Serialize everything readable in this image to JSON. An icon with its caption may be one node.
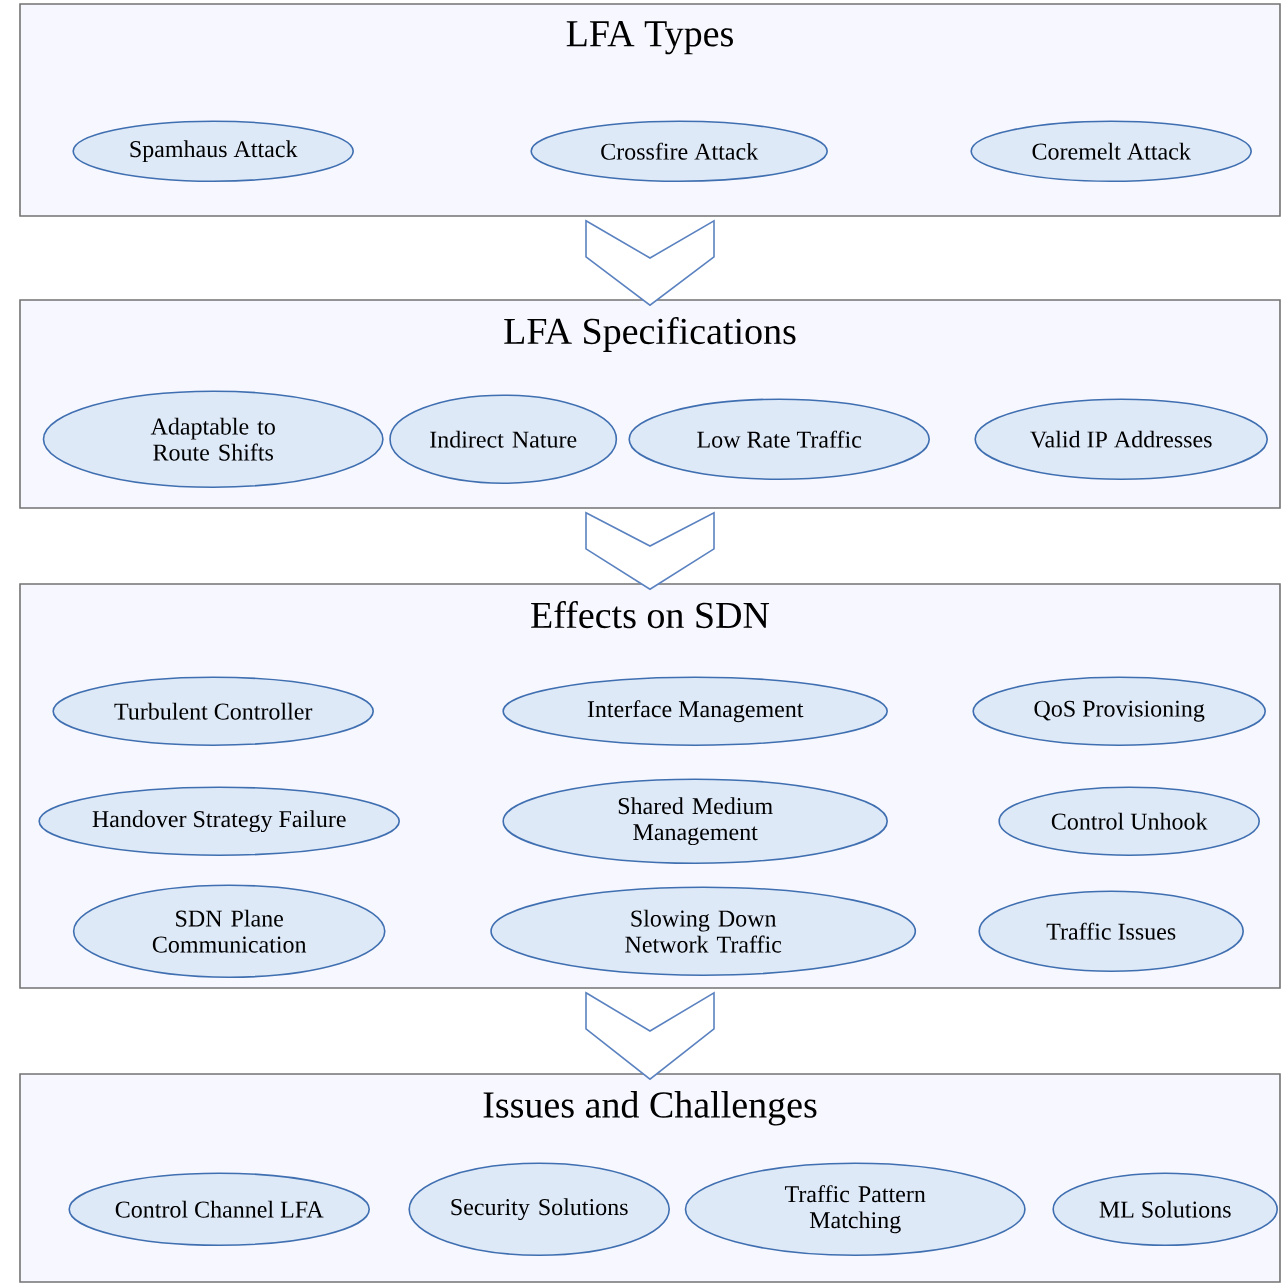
{
  "diagram": {
    "nodes": [
      {
        "text": [
          "LFA Types"
        ]
      },
      {
        "text": [
          "Spamhaus Attack"
        ],
        "in": 0
      },
      {
        "text": [
          "Crossfire Attack"
        ],
        "in": 0
      },
      {
        "text": [
          "Coremelt Attack"
        ],
        "in": 0
      },
      {
        "text": [
          "LFA Specifications"
        ]
      },
      {
        "text": [
          "Adaptable to Route Shifts"
        ],
        "in": 4
      },
      {
        "text": [
          "Indirect Nature"
        ],
        "in": 4
      },
      {
        "text": [
          "Low Rate Traffic"
        ],
        "in": 4
      },
      {
        "text": [
          "Valid IP Addresses"
        ],
        "in": 4
      },
      {
        "text": [
          "Effects on SDN"
        ]
      },
      {
        "text": [
          "Turbulent Controller"
        ],
        "in": 9
      },
      {
        "text": [
          "Interface Management"
        ],
        "in": 9
      },
      {
        "text": [
          "QoS Provisioning"
        ],
        "in": 9
      },
      {
        "text": [
          "Handover Strategy Failure"
        ],
        "in": 9
      },
      {
        "text": [
          "Shared Medium Management"
        ],
        "in": 9
      },
      {
        "text": [
          "Control Unhook"
        ],
        "in": 9
      },
      {
        "text": [
          "SDN Plane Communication"
        ],
        "in": 9
      },
      {
        "text": [
          "Slowing Down Network Traffic"
        ],
        "in": 9
      },
      {
        "text": [
          "Traffic Issues"
        ],
        "in": 9
      },
      {
        "text": [
          "Issues and Challenges"
        ]
      },
      {
        "text": [
          "Control Channel LFA"
        ],
        "in": 19
      },
      {
        "text": [
          "Security Solutions"
        ],
        "in": 19
      },
      {
        "text": [
          "Traffic Pattern Matching"
        ],
        "in": 19
      },
      {
        "text": [
          "ML Solutions"
        ],
        "in": 19
      }
    ],
    "edges": [
      {
        "from": 0,
        "to": 4,
        "arrow": "to"
      },
      {
        "from": 4,
        "to": 9,
        "arrow": "to"
      },
      {
        "from": 9,
        "to": 19,
        "arrow": "to"
      }
    ]
  }
}
